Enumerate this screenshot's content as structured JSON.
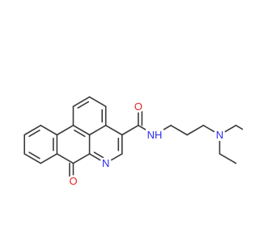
{
  "colors": {
    "bond": "#3a3a3a",
    "carbon": "#3a3a3a",
    "oxygen": "#e2251f",
    "nitrogen": "#2c2cf2",
    "background": "#ffffff"
  },
  "atom_labels": {
    "carbonyl_oxygen": "O",
    "amide_oxygen": "O",
    "ring_nitrogen": "N",
    "amide_nh": "NH",
    "amine_nitrogen": "N"
  }
}
